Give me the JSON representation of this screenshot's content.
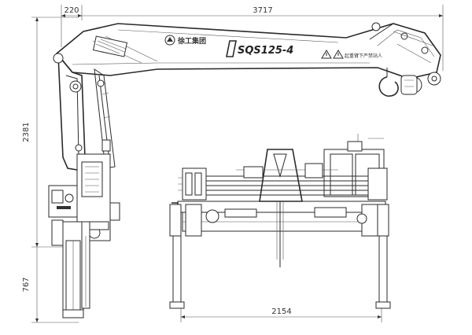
{
  "dimensions": {
    "jib_offset": "220",
    "overall_reach": "3717",
    "column_height": "2381",
    "leg_extension": "767",
    "outrigger_span": "2154"
  },
  "labels": {
    "brand": "徐工集团",
    "model": "SQS125-4",
    "warning": "起重臂下严禁站人"
  },
  "icons": [
    "xcmg-logo-icon",
    "warning-triangle-icon",
    "crane-hook-icon"
  ]
}
